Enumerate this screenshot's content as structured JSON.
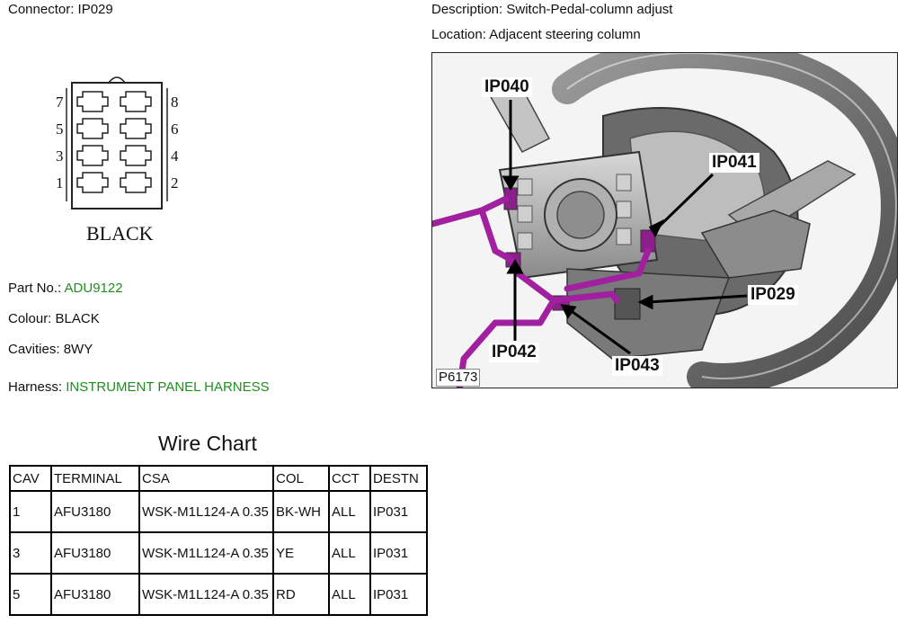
{
  "connector": {
    "label": "Connector:",
    "value": "IP029"
  },
  "description": {
    "label": "Description:",
    "value": "Switch-Pedal-column adjust"
  },
  "location": {
    "label": "Location:",
    "value": "Adjacent steering column"
  },
  "diagram": {
    "pins_left": [
      "7",
      "5",
      "3",
      "1"
    ],
    "pins_right": [
      "8",
      "6",
      "4",
      "2"
    ],
    "color_text": "BLACK"
  },
  "part_no": {
    "label": "Part No.:",
    "value": "ADU9122"
  },
  "colour": {
    "label": "Colour:",
    "value": "BLACK"
  },
  "cavities": {
    "label": "Cavities:",
    "value": "8WY"
  },
  "harness": {
    "label": "Harness:",
    "value": "INSTRUMENT PANEL HARNESS"
  },
  "photo": {
    "callouts": {
      "ip040": "IP040",
      "ip041": "IP041",
      "ip029": "IP029",
      "ip042": "IP042",
      "ip043": "IP043"
    },
    "id": "P6173",
    "harness_color": "#a020a0"
  },
  "wire_chart": {
    "title": "Wire Chart",
    "headers": [
      "CAV",
      "TERMINAL",
      "CSA",
      "COL",
      "CCT",
      "DESTN"
    ],
    "rows": [
      {
        "cav": "1",
        "terminal": "AFU3180",
        "csa": "WSK-M1L124-A 0.35",
        "col": "BK-WH",
        "cct": "ALL",
        "destn": "IP031"
      },
      {
        "cav": "3",
        "terminal": "AFU3180",
        "csa": "WSK-M1L124-A 0.35",
        "col": "YE",
        "cct": "ALL",
        "destn": "IP031"
      },
      {
        "cav": "5",
        "terminal": "AFU3180",
        "csa": "WSK-M1L124-A 0.35",
        "col": "RD",
        "cct": "ALL",
        "destn": "IP031"
      }
    ]
  },
  "accent_green": "#1f8f1f"
}
